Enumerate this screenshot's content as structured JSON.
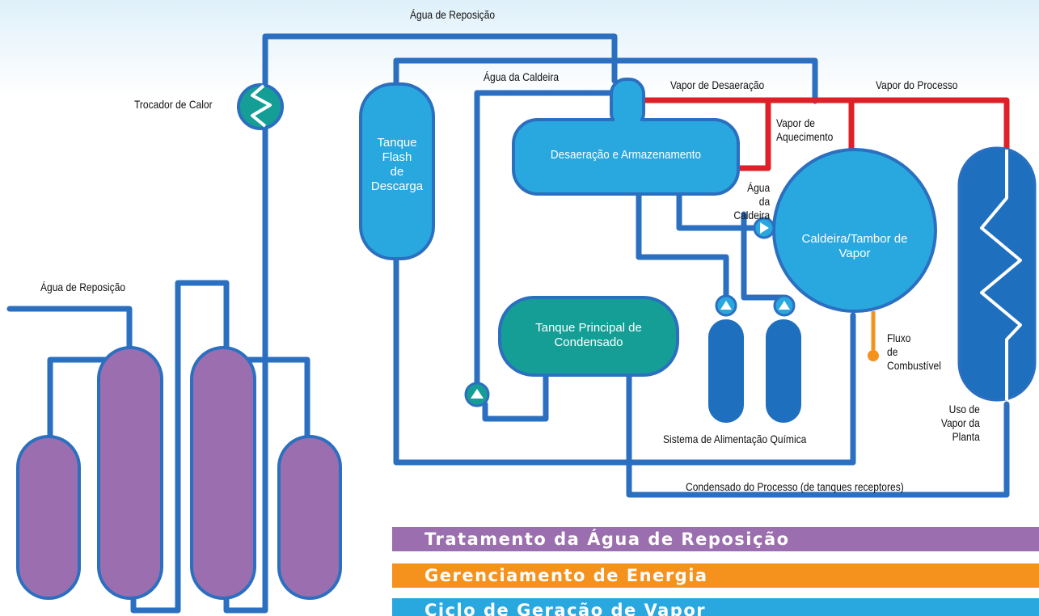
{
  "labels": {
    "makeup_top": "Água de Reposição",
    "makeup_left": "Água de Reposição",
    "heat_exchanger": "Trocador de Calor",
    "boiler_water_top": "Água da Caldeira",
    "deaeration_steam": "Vapor de Desaeração",
    "process_steam": "Vapor do Processo",
    "heating_steam": "Vapor de\nAquecimento",
    "boiler_water_mid": "Água\nda Caldeira",
    "fuel_flow": "Fluxo\nde\nCombustível",
    "plant_steam_use": "Uso de\nVapor da\nPlanta",
    "chemical_feed": "Sistema de Alimentação Química",
    "process_condensate": "Condensado do Processo (de tanques receptores)"
  },
  "vessels": {
    "flash_tank": "Tanque\nFlash\nde\nDescarga",
    "deaerator": "Desaeração e Armazenamento",
    "condensate_tank": "Tanque Principal de\nCondensado",
    "boiler": "Caldeira/Tambor de\nVapor"
  },
  "bands": [
    {
      "label": "Tratamento da Água de Reposição",
      "color": "#9b6eaf"
    },
    {
      "label": "Gerenciamento de Energia",
      "color": "#f5921e"
    },
    {
      "label": "Ciclo de Geração de Vapor",
      "color": "#29a8e0"
    }
  ],
  "colors": {
    "pipe": "#1f6fbf",
    "steam_pipe": "#e02028",
    "vessel_light": "#29a8e0",
    "vessel_teal": "#159e96",
    "vessel_dark": "#1f6fbf",
    "treatment_vessel": "#9b6eaf",
    "fuel": "#f5921e"
  }
}
